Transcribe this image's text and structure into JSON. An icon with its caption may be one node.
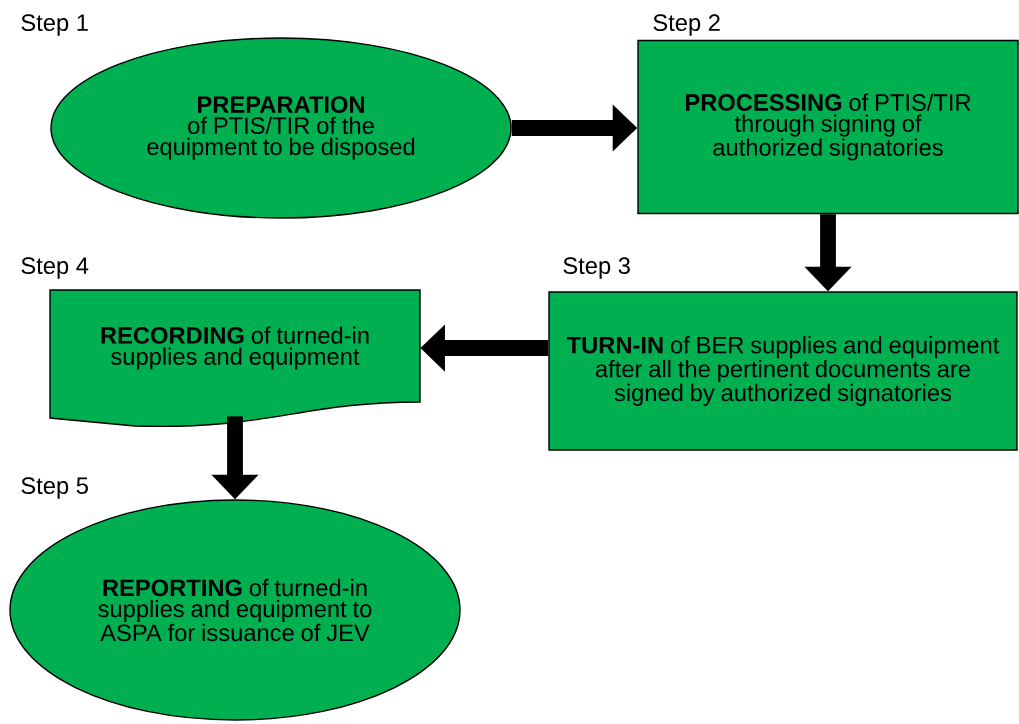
{
  "diagram": {
    "nodes": [
      {
        "text": [
          "**PREPARATION** of PTIS/TIR of the equipment to be disposed"
        ],
        "beside": [
          "Step 1"
        ]
      },
      {
        "text": [
          "**PROCESSING** of PTIS/TIR through signing of authorized signatories"
        ],
        "beside": [
          "Step 2"
        ]
      },
      {
        "text": [
          "**TURN-IN** of BER supplies and equipment after all the pertinent documents are signed by authorized signatories"
        ],
        "beside": [
          "Step 3"
        ]
      },
      {
        "text": [
          "**RECORDING** of turned-in supplies and equipment"
        ],
        "beside": [
          "Step 4"
        ]
      },
      {
        "text": [
          "**REPORTING** of turned-in supplies and equipment to ASPA for issuance of JEV"
        ],
        "beside": [
          "Step 5"
        ]
      }
    ],
    "edges": [
      {
        "from": 0,
        "to": 1,
        "arrow": "to"
      },
      {
        "from": 1,
        "to": 2,
        "arrow": "to"
      },
      {
        "from": 2,
        "to": 3,
        "arrow": "to"
      },
      {
        "from": 3,
        "to": 4,
        "arrow": "to"
      }
    ]
  }
}
